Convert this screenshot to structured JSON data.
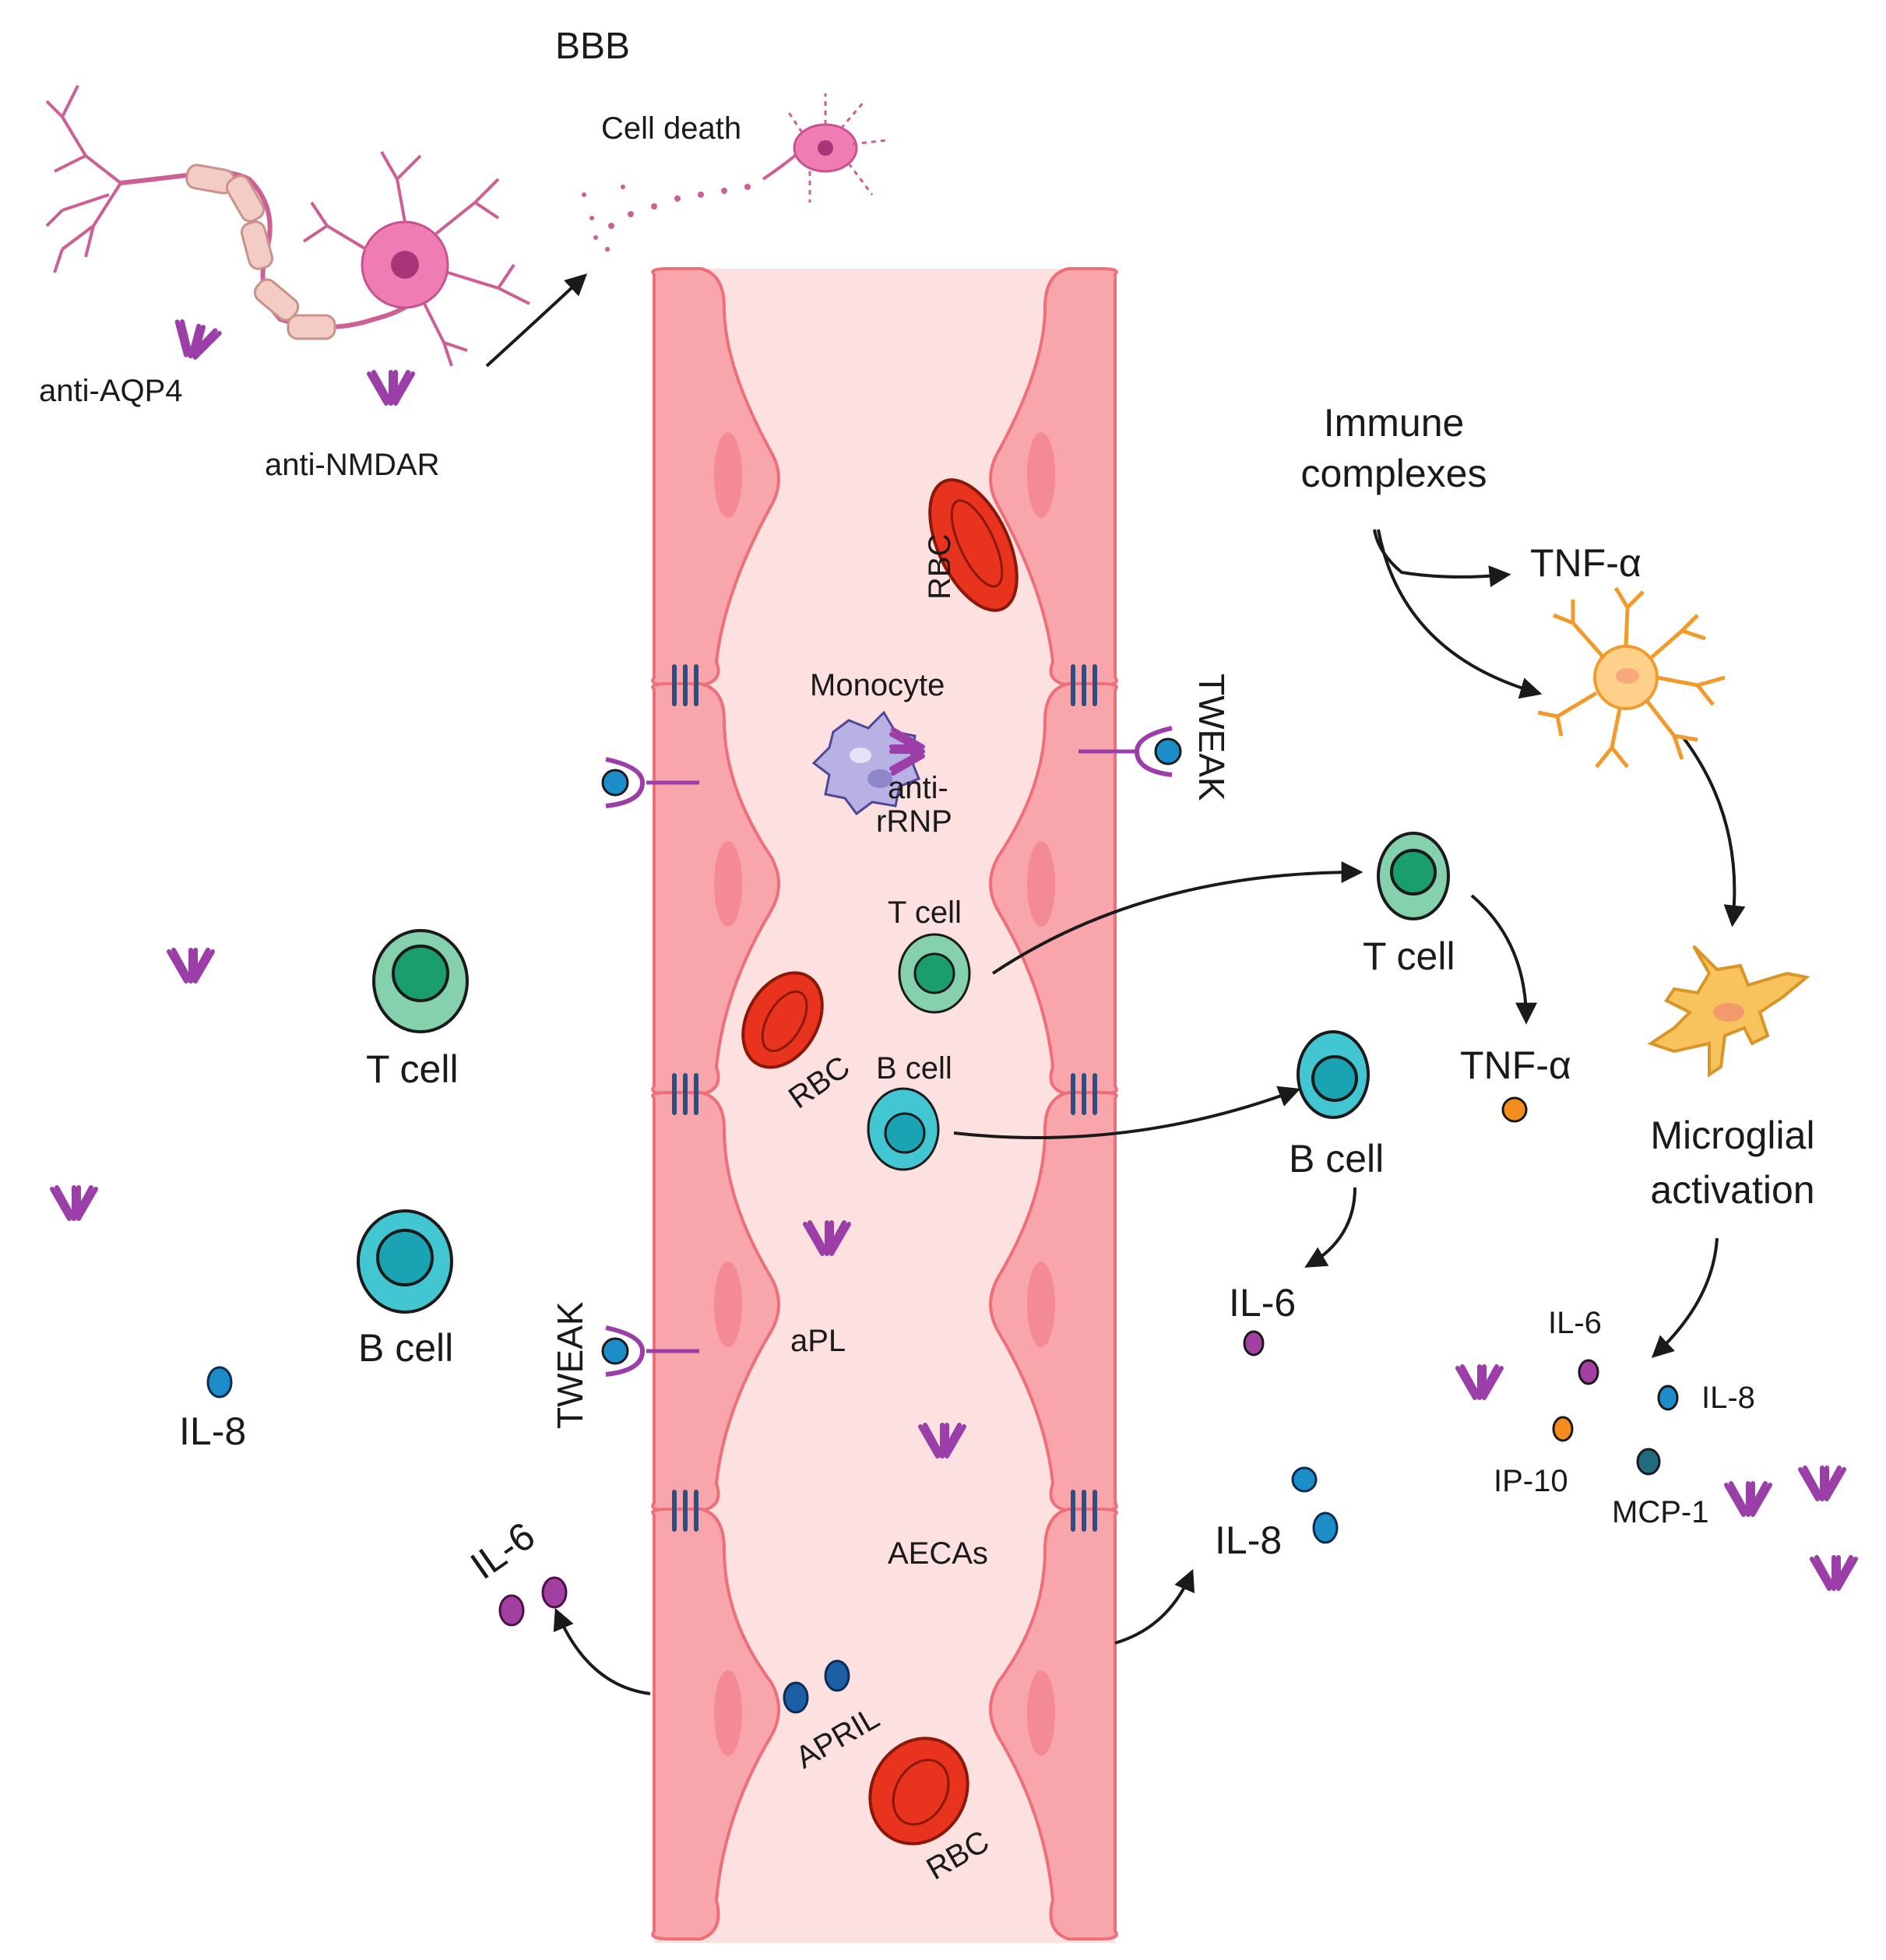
{
  "labels": {
    "bbb": "BBB",
    "cell_death": "Cell death",
    "anti_aqp4": "anti-AQP4",
    "anti_nmdar": "anti-NMDAR",
    "rbc_top": "RBC",
    "monocyte": "Monocyte",
    "anti_rrnp_1": "anti-",
    "anti_rrnp_2": "rRNP",
    "tweak_right": "TWEAK",
    "tweak_left": "TWEAK",
    "t_cell_vessel": "T cell",
    "rbc_mid": "RBC",
    "b_cell_vessel": "B cell",
    "apl": "aPL",
    "aecas": "AECAs",
    "april": "APRIL",
    "rbc_bottom": "RBC",
    "t_cell_left": "T cell",
    "b_cell_left": "B cell",
    "il8_left": "IL-8",
    "il6_left": "IL-6",
    "immune_complexes_1": "Immune",
    "immune_complexes_2": "complexes",
    "tnf_alpha_top": "TNF-α",
    "t_cell_right": "T cell",
    "tnf_alpha_mid": "TNF-α",
    "b_cell_right": "B cell",
    "il6_mid": "IL-6",
    "il8_mid": "IL-8",
    "microglial_1": "Microglial",
    "microglial_2": "activation",
    "il6_right": "IL-6",
    "il8_right": "IL-8",
    "ip10": "IP-10",
    "mcp1": "MCP-1"
  },
  "colors": {
    "vessel_lumen": "#fde1e1",
    "endothelial": "#f8a5ac",
    "endothelial_edge": "#ef6f78",
    "nucleus": "#f48a93",
    "antibody": "#9b3ea8",
    "t_cell": "#85d0ad",
    "t_cell_nucleus": "#1a9e6e",
    "b_cell": "#41c6d2",
    "b_cell_nucleus": "#1aa3b3",
    "rbc": "#e8341e",
    "neuron": "#f07cb4",
    "astrocyte": "#ffd08a",
    "microglia": "#f8c25c",
    "il6": "#a23fa1",
    "il8": "#1d8dc9",
    "tnf": "#f48d1e",
    "april": "#1c5fa5",
    "tight_junction": "#2f4d7e"
  }
}
